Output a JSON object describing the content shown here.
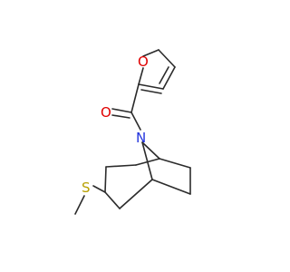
{
  "colors": {
    "bond": "#2b2b2b",
    "oxygen": "#e00000",
    "nitrogen": "#2233dd",
    "sulfur": "#b8a000",
    "carbon": "#2b2b2b",
    "background": "#ffffff"
  },
  "atoms": {
    "furan_oxygen": "O",
    "carbonyl_oxygen": "O",
    "bridge_nitrogen": "N",
    "sulfur": "S"
  }
}
